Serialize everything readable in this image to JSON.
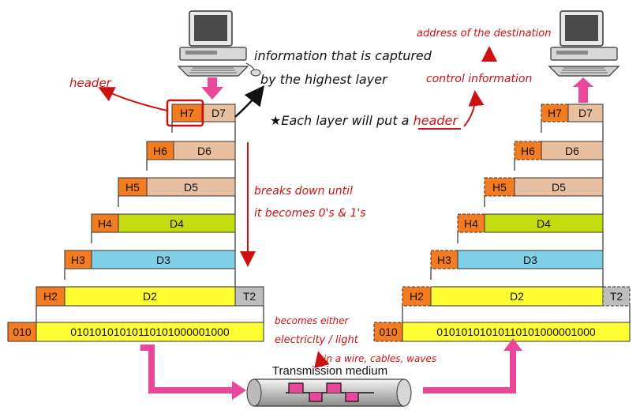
{
  "sender": {
    "layers": [
      {
        "header": "H7",
        "data": "D7"
      },
      {
        "header": "H6",
        "data": "D6"
      },
      {
        "header": "H5",
        "data": "D5"
      },
      {
        "header": "H4",
        "data": "D4"
      },
      {
        "header": "H3",
        "data": "D3"
      },
      {
        "header": "H2",
        "data": "D2",
        "trailer": "T2"
      }
    ],
    "bits_prefix": "010",
    "bits": "01010101010110101000001000"
  },
  "receiver": {
    "layers": [
      {
        "header": "H7",
        "data": "D7"
      },
      {
        "header": "H6",
        "data": "D6"
      },
      {
        "header": "H5",
        "data": "D5"
      },
      {
        "header": "H4",
        "data": "D4"
      },
      {
        "header": "H3",
        "data": "D3"
      },
      {
        "header": "H2",
        "data": "D2",
        "trailer": "T2"
      }
    ],
    "bits_prefix": "010",
    "bits": "01010101010110101000001000"
  },
  "medium_label": "Transmission medium",
  "annotations": {
    "header_note": "header",
    "info_note_line1": "information that is captured",
    "info_note_line2": "by the highest layer",
    "each_layer_note_prefix": "★Each layer will put a ",
    "each_layer_note_underlined": "header",
    "address_note": "address of the destination",
    "control_note": "control information",
    "breaks_down_line1": "breaks down until",
    "breaks_down_line2": "it becomes 0's & 1's",
    "becomes_line1": "becomes either",
    "becomes_line2": "electricity / light",
    "becomes_line3": "in a wire, cables, waves"
  },
  "colors": {
    "header_orange": "#f47c20",
    "d7_d5_tan": "#e8bf9f",
    "d4_green": "#c3dc12",
    "d3_blue": "#7fd0e6",
    "d2_yellow": "#ffff33",
    "trailer_gray": "#bdbdbd",
    "arrow_pink": "#e8479a",
    "note_red": "#cc1111"
  }
}
